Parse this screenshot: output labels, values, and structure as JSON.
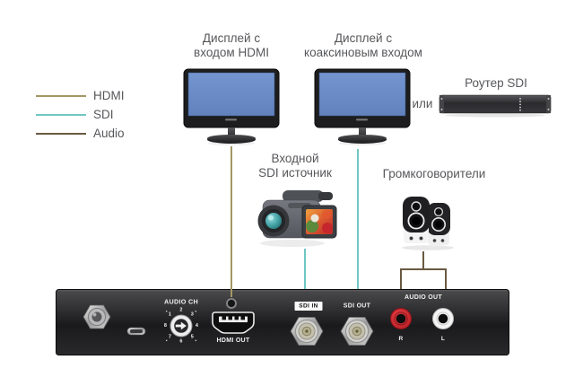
{
  "legend": {
    "items": [
      {
        "label": "HDMI",
        "color": "#a39764"
      },
      {
        "label": "SDI",
        "color": "#70c6c2"
      },
      {
        "label": "Audio",
        "color": "#6a5a42"
      }
    ]
  },
  "diagram": {
    "display_hdmi_label": "Дисплей с\nвходом HDMI",
    "display_coax_label": "Дисплей с\nкоаксиновым входом",
    "router_label": "Роутер SDI",
    "or_label": "или",
    "sdi_source_label": "Входной\nSDI источник",
    "speakers_label": "Громкоговорители"
  },
  "panel": {
    "audio_ch": {
      "label": "AUDIO CH",
      "numbers": [
        "1",
        "2",
        "3",
        "4",
        "5",
        "6",
        "7",
        "8"
      ]
    },
    "hdmi_out_label": "HDMI OUT",
    "sdi_in_label": "SDI IN",
    "sdi_out_label": "SDI OUT",
    "audio_out_label": "AUDIO OUT",
    "rca_right_label": "R",
    "rca_left_label": "L"
  },
  "colors": {
    "hdmi_line": "#a39764",
    "sdi_line": "#70c6c2",
    "audio_line": "#6a5a42",
    "screen_blue": "#6b8dc7",
    "rca_red": "#cf2630",
    "rca_white": "#f2f2f2"
  }
}
